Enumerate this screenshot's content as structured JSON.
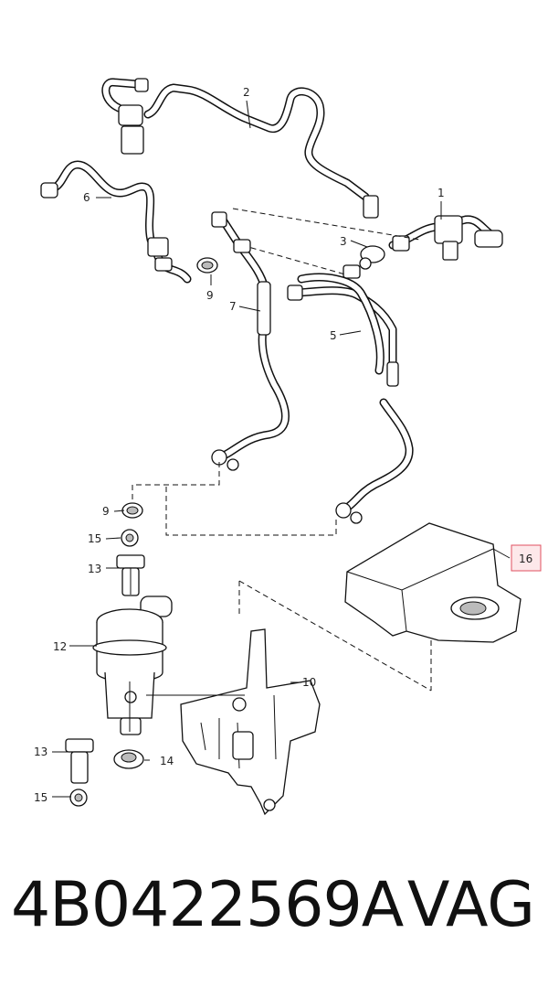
{
  "callouts": {
    "c1": "1",
    "c2": "2",
    "c3": "3",
    "c5": "5",
    "c6": "6",
    "c7": "7",
    "c9a": "9",
    "c9b": "9",
    "c10": "10",
    "c12": "12",
    "c13a": "13",
    "c13b": "13",
    "c14": "14",
    "c15a": "15",
    "c15b": "15",
    "c16": "16"
  },
  "highlight_color": "#e05060",
  "footer": {
    "part_number": "4B0422569A",
    "brand": "VAG"
  }
}
